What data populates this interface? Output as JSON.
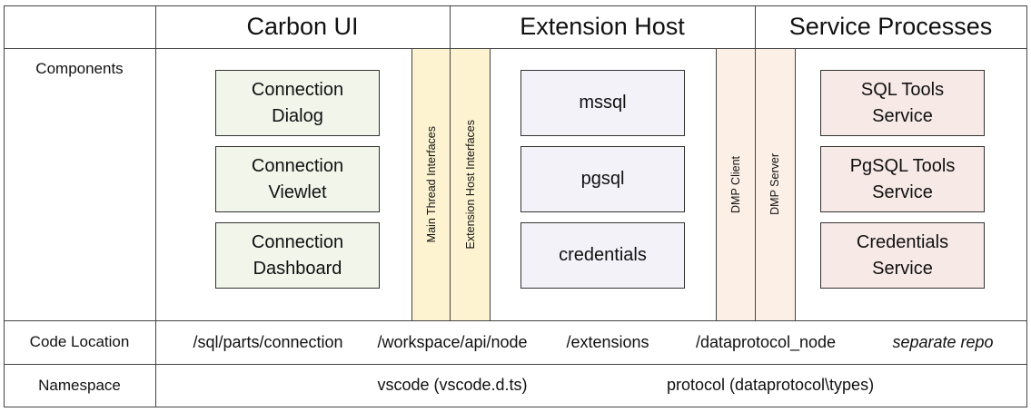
{
  "headers": {
    "carbon_ui": "Carbon UI",
    "extension_host": "Extension Host",
    "service_processes": "Service Processes"
  },
  "row_labels": {
    "components": "Components",
    "code_location": "Code Location",
    "namespace": "Namespace"
  },
  "carbon_ui_boxes": [
    "Connection\nDialog",
    "Connection\nViewlet",
    "Connection\nDashboard"
  ],
  "interfaces": {
    "main_thread": "Main Thread Interfaces",
    "extension_host": "Extension Host Interfaces",
    "dmp_client": "DMP Client",
    "dmp_server": "DMP Server"
  },
  "extension_boxes": [
    "mssql",
    "pgsql",
    "credentials"
  ],
  "service_boxes": [
    "SQL Tools\nService",
    "PgSQL Tools\nService",
    "Credentials\nService"
  ],
  "code_locations": {
    "carbon": "/sql/parts/connection",
    "api": "/workspace/api/node",
    "extensions": "/extensions",
    "dataprotocol": "/dataprotocol_node",
    "services": "separate repo"
  },
  "namespaces": {
    "vscode": "vscode (vscode.d.ts)",
    "protocol": "protocol (dataprotocol\\types)"
  },
  "colors": {
    "carbon_box_fill": "#f1f5ea",
    "extension_box_fill": "#f4f2f9",
    "service_box_fill": "#f7e9e6",
    "interface_band_fill": "#fdf3d0",
    "dmp_band_fill": "#fcefe6"
  }
}
